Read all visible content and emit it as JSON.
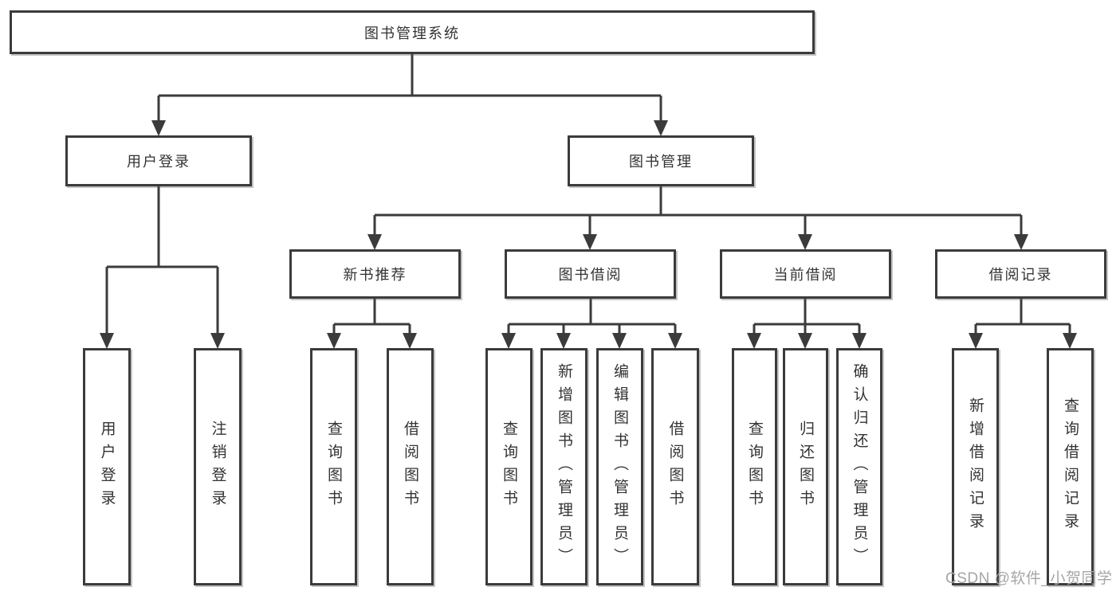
{
  "diagram_title": "图书管理系统",
  "tree": {
    "label": "图书管理系统",
    "children": [
      {
        "label": "用户登录",
        "children": [
          {
            "label": "用户登录"
          },
          {
            "label": "注销登录"
          }
        ]
      },
      {
        "label": "图书管理",
        "children": [
          {
            "label": "新书推荐",
            "children": [
              {
                "label": "查询图书"
              },
              {
                "label": "借阅图书"
              }
            ]
          },
          {
            "label": "图书借阅",
            "children": [
              {
                "label": "查询图书"
              },
              {
                "label": "新增图书（管理员）"
              },
              {
                "label": "编辑图书（管理员）"
              },
              {
                "label": "借阅图书"
              }
            ]
          },
          {
            "label": "当前借阅",
            "children": [
              {
                "label": "查询图书"
              },
              {
                "label": "归还图书"
              },
              {
                "label": "确认归还（管理员）"
              }
            ]
          },
          {
            "label": "借阅记录",
            "children": [
              {
                "label": "新增借阅记录"
              },
              {
                "label": "查询借阅记录"
              }
            ]
          }
        ]
      }
    ]
  },
  "watermark": {
    "text": "CSDN @软件_小贺同学"
  },
  "colors": {
    "line": "#3b3b3b",
    "box_border": "#3b3b3b",
    "text": "#333333",
    "watermark": "#a6a6a6",
    "background": "#ffffff"
  }
}
